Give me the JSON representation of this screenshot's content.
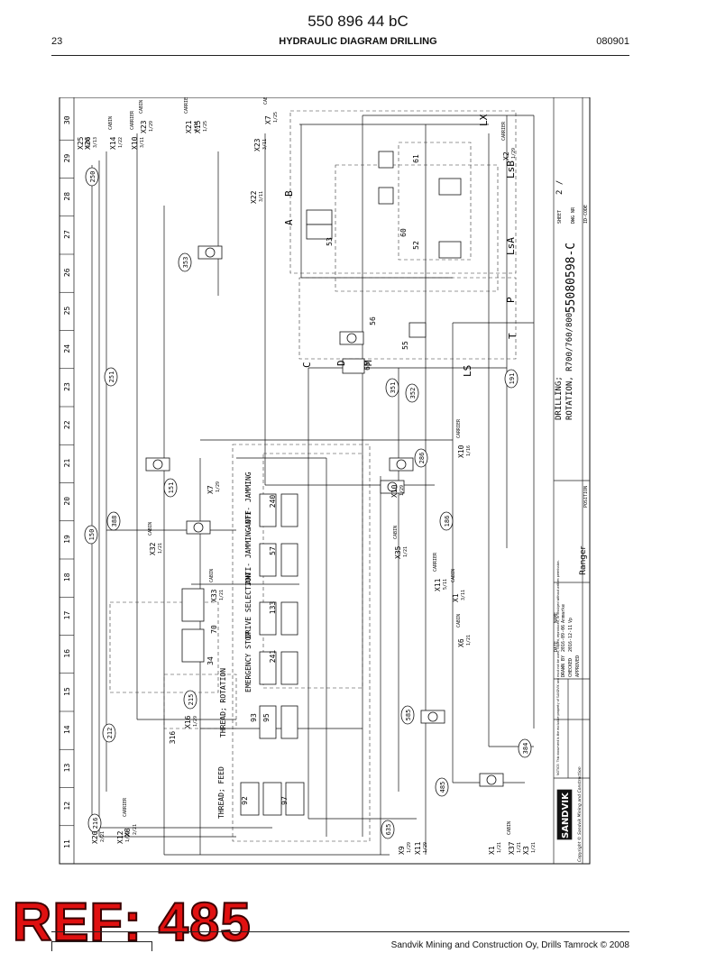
{
  "document": {
    "title": "550 896 44 bC",
    "page_number": "23",
    "section_title": "HYDRAULIC DIAGRAM DRILLING",
    "date_code": "080901",
    "ref_stamp": "REF: 485",
    "footer_text": "Sandvik Mining and Construction Oy, Drills Tamrock © 2008"
  },
  "grid": {
    "columns": [
      "11",
      "12",
      "13",
      "14",
      "15",
      "16",
      "17",
      "18",
      "19",
      "20",
      "21",
      "22",
      "23",
      "24",
      "25",
      "26",
      "27",
      "28",
      "29",
      "30"
    ]
  },
  "drawing": {
    "number": "55080598-C",
    "sheet_label": "SHEET",
    "sheet_value": "2 /",
    "dwg_label": "DWG NR",
    "id_label": "ID-CODE",
    "title_line1": "DRILLING;",
    "title_line2": "ROTATION, R700/760/800",
    "position_label": "POSITION",
    "name_label": "NAME",
    "date_label": "DATE",
    "drawn_by_label": "DRAWN BY",
    "checked_label": "CHECKED",
    "approved_label": "APPROVED",
    "drawn_date": "2016-09-06",
    "checked_date": "2016-12-11",
    "drawn_name": "Anmarke",
    "checked_name": "Vp",
    "company_logo": "SANDVIK",
    "copyright": "Copyright © Sandvik Mining and Construction",
    "notice": "NOTICE: This document is the exclusive property of SANDVIK and must not be used, copied, reproduced, or divulged without written permission.",
    "product": "Ranger"
  },
  "sections": {
    "thread_feed": "THREAD; FEED",
    "thread_rotation": "THREAD; ROTATION",
    "emergency_stop": "EMERGENCY STOP",
    "drive_selection": "DRIVE SELECTION",
    "anti_jamming_off": "ANTI- JAMMING OFF",
    "anti_jamming": "ANTI- JAMMING"
  },
  "balloons": [
    "216",
    "212",
    "215",
    "150",
    "151",
    "251",
    "250",
    "353",
    "388",
    "286",
    "186",
    "585",
    "384",
    "485",
    "635",
    "351",
    "352",
    "191"
  ],
  "ports": {
    "A": "A",
    "B": "B",
    "C": "C",
    "D": "D",
    "M": "M",
    "LS": "LS",
    "LsA": "LsA",
    "LsB": "LsB",
    "LX": "LX",
    "T": "T",
    "P": "P"
  },
  "components": [
    "316",
    "92",
    "93",
    "95",
    "97",
    "34",
    "70",
    "240",
    "57",
    "133",
    "241",
    "53",
    "60",
    "61",
    "52",
    "56",
    "55",
    "66"
  ],
  "connectors": [
    {
      "code": "X20",
      "ref": "2/21"
    },
    {
      "code": "X12",
      "ref": "1/29"
    },
    {
      "code": "X8",
      "ref": "2/21",
      "area": "CARRIER"
    },
    {
      "code": "X9",
      "ref": "1/29"
    },
    {
      "code": "X11",
      "ref": "1/29"
    },
    {
      "code": "X1",
      "ref": "1/21"
    },
    {
      "code": "X37",
      "ref": "1/21",
      "area": "CABIN"
    },
    {
      "code": "X3",
      "ref": "1/21"
    },
    {
      "code": "X16",
      "ref": "1/29"
    },
    {
      "code": "X6",
      "ref": "1/21",
      "area": "CABIN"
    },
    {
      "code": "X1",
      "ref": "3/11",
      "area": "CABIN"
    },
    {
      "code": "X11",
      "ref": "5/11",
      "area": "CARRIER"
    },
    {
      "code": "X35",
      "ref": "1/21",
      "area": "CABIN"
    },
    {
      "code": "X10",
      "ref": "1/29"
    },
    {
      "code": "X33",
      "ref": "1/21",
      "area": "CABIN"
    },
    {
      "code": "X32",
      "ref": "1/21",
      "area": "CABIN"
    },
    {
      "code": "X7",
      "ref": "1/29"
    },
    {
      "code": "X10",
      "ref": "1/16",
      "area": "CARRIER"
    },
    {
      "code": "X25",
      "ref": "3/13"
    },
    {
      "code": "X26",
      "ref": "3/13"
    },
    {
      "code": "X14",
      "ref": "1/22",
      "area": "CABIN"
    },
    {
      "code": "X10",
      "ref": "3/11",
      "area": "CARRIER"
    },
    {
      "code": "X23",
      "ref": "1/29",
      "area": "CABIN"
    },
    {
      "code": "X21",
      "ref": "4/11",
      "area": "CARRIER"
    },
    {
      "code": "X15",
      "ref": "1/25"
    },
    {
      "code": "X23",
      "ref": "3/11"
    },
    {
      "code": "X7",
      "ref": "1/25",
      "area": "CABIN"
    },
    {
      "code": "X22",
      "ref": "3/11"
    },
    {
      "code": "X2",
      "ref": "1/29",
      "area": "CARRIER"
    }
  ]
}
